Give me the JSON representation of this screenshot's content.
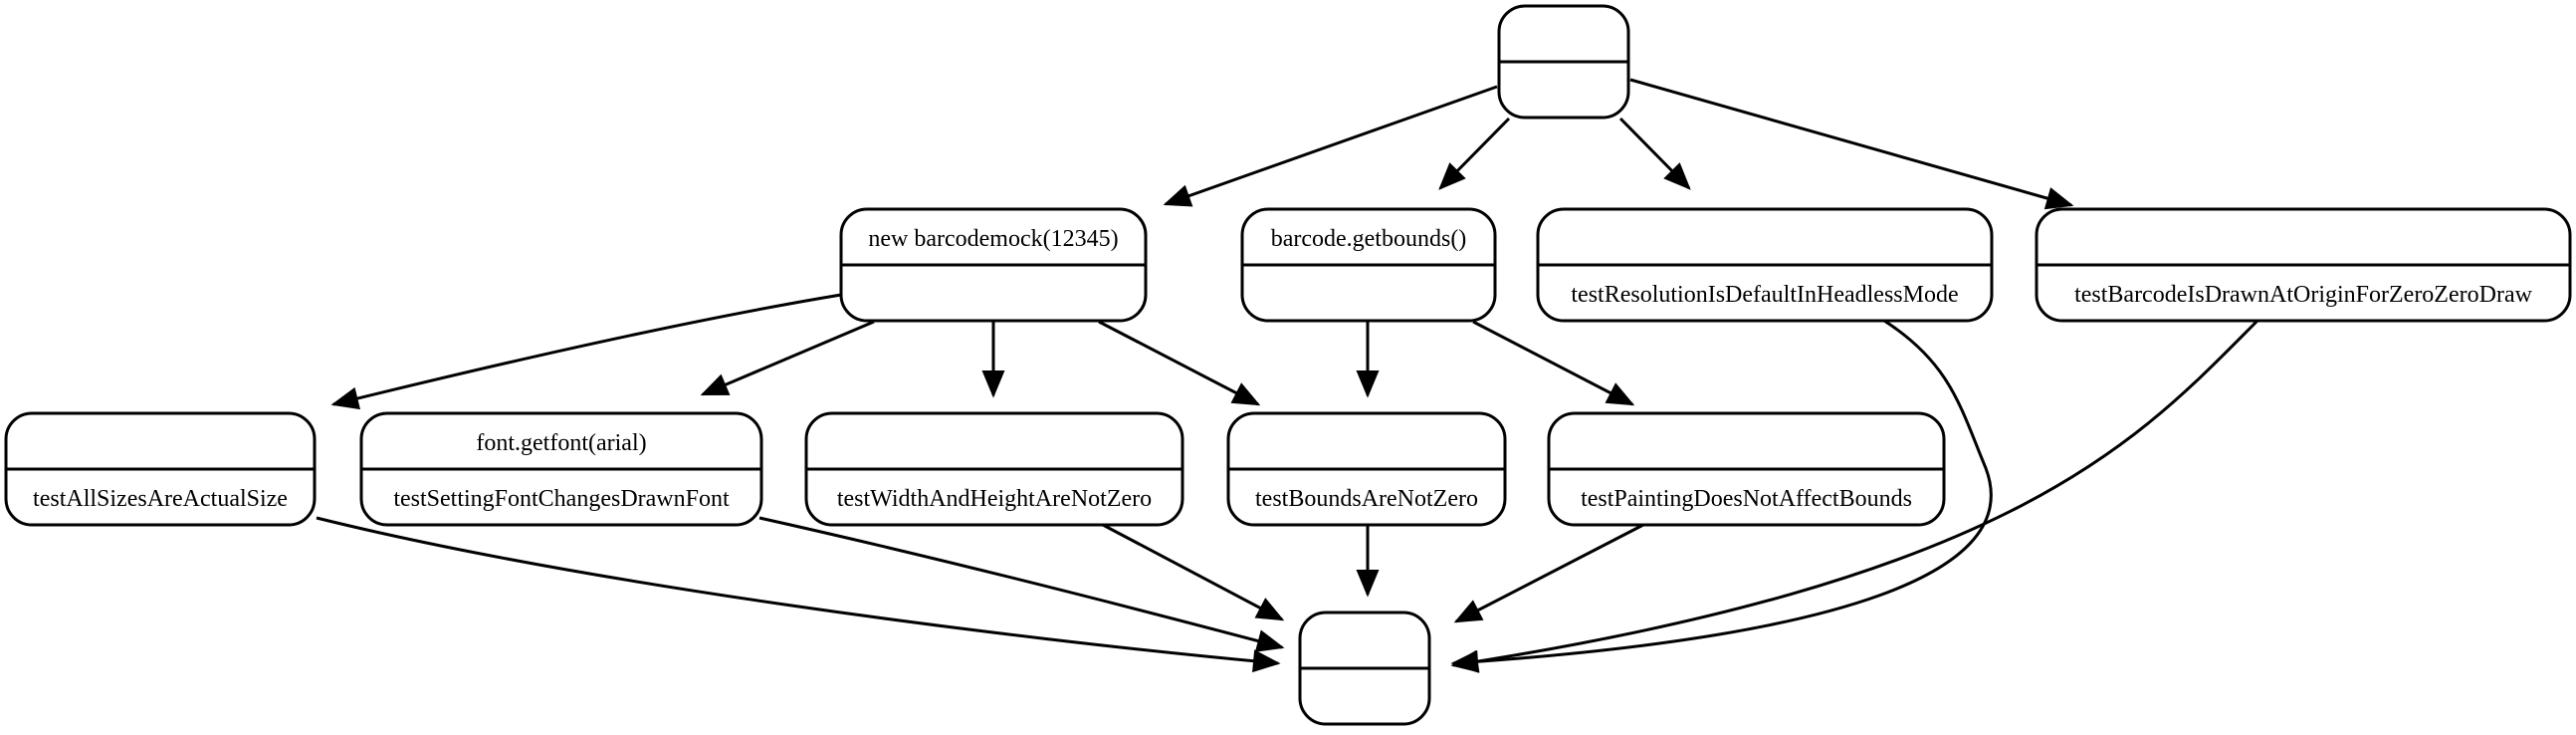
{
  "diagram": {
    "colors": {
      "stroke": "#000000",
      "fill": "#ffffff",
      "text": "#000000"
    },
    "nodes": [
      {
        "id": "start",
        "top": "",
        "bottom": ""
      },
      {
        "id": "new-barcodemock",
        "top": "new barcodemock(12345)",
        "bottom": ""
      },
      {
        "id": "barcode-getbounds",
        "top": "barcode.getbounds()",
        "bottom": ""
      },
      {
        "id": "test-resolution",
        "top": "",
        "bottom": "testResolutionIsDefaultInHeadlessMode"
      },
      {
        "id": "test-barcode-origin",
        "top": "",
        "bottom": "testBarcodeIsDrawnAtOriginForZeroZeroDraw"
      },
      {
        "id": "test-all-sizes",
        "top": "",
        "bottom": "testAllSizesAreActualSize"
      },
      {
        "id": "font-getfont",
        "top": "font.getfont(arial)",
        "bottom": "testSettingFontChangesDrawnFont"
      },
      {
        "id": "test-width-height",
        "top": "",
        "bottom": "testWidthAndHeightAreNotZero"
      },
      {
        "id": "test-bounds",
        "top": "",
        "bottom": "testBoundsAreNotZero"
      },
      {
        "id": "test-painting",
        "top": "",
        "bottom": "testPaintingDoesNotAffectBounds"
      },
      {
        "id": "end",
        "top": "",
        "bottom": ""
      }
    ],
    "edges": [
      {
        "from": "start",
        "to": "new-barcodemock"
      },
      {
        "from": "start",
        "to": "barcode-getbounds"
      },
      {
        "from": "start",
        "to": "test-resolution"
      },
      {
        "from": "start",
        "to": "test-barcode-origin"
      },
      {
        "from": "new-barcodemock",
        "to": "test-all-sizes"
      },
      {
        "from": "new-barcodemock",
        "to": "font-getfont"
      },
      {
        "from": "new-barcodemock",
        "to": "test-width-height"
      },
      {
        "from": "new-barcodemock",
        "to": "test-bounds"
      },
      {
        "from": "barcode-getbounds",
        "to": "test-bounds"
      },
      {
        "from": "barcode-getbounds",
        "to": "test-painting"
      },
      {
        "from": "test-all-sizes",
        "to": "end"
      },
      {
        "from": "font-getfont",
        "to": "end"
      },
      {
        "from": "test-width-height",
        "to": "end"
      },
      {
        "from": "test-bounds",
        "to": "end"
      },
      {
        "from": "test-painting",
        "to": "end"
      },
      {
        "from": "test-resolution",
        "to": "end"
      },
      {
        "from": "test-barcode-origin",
        "to": "end"
      }
    ]
  }
}
